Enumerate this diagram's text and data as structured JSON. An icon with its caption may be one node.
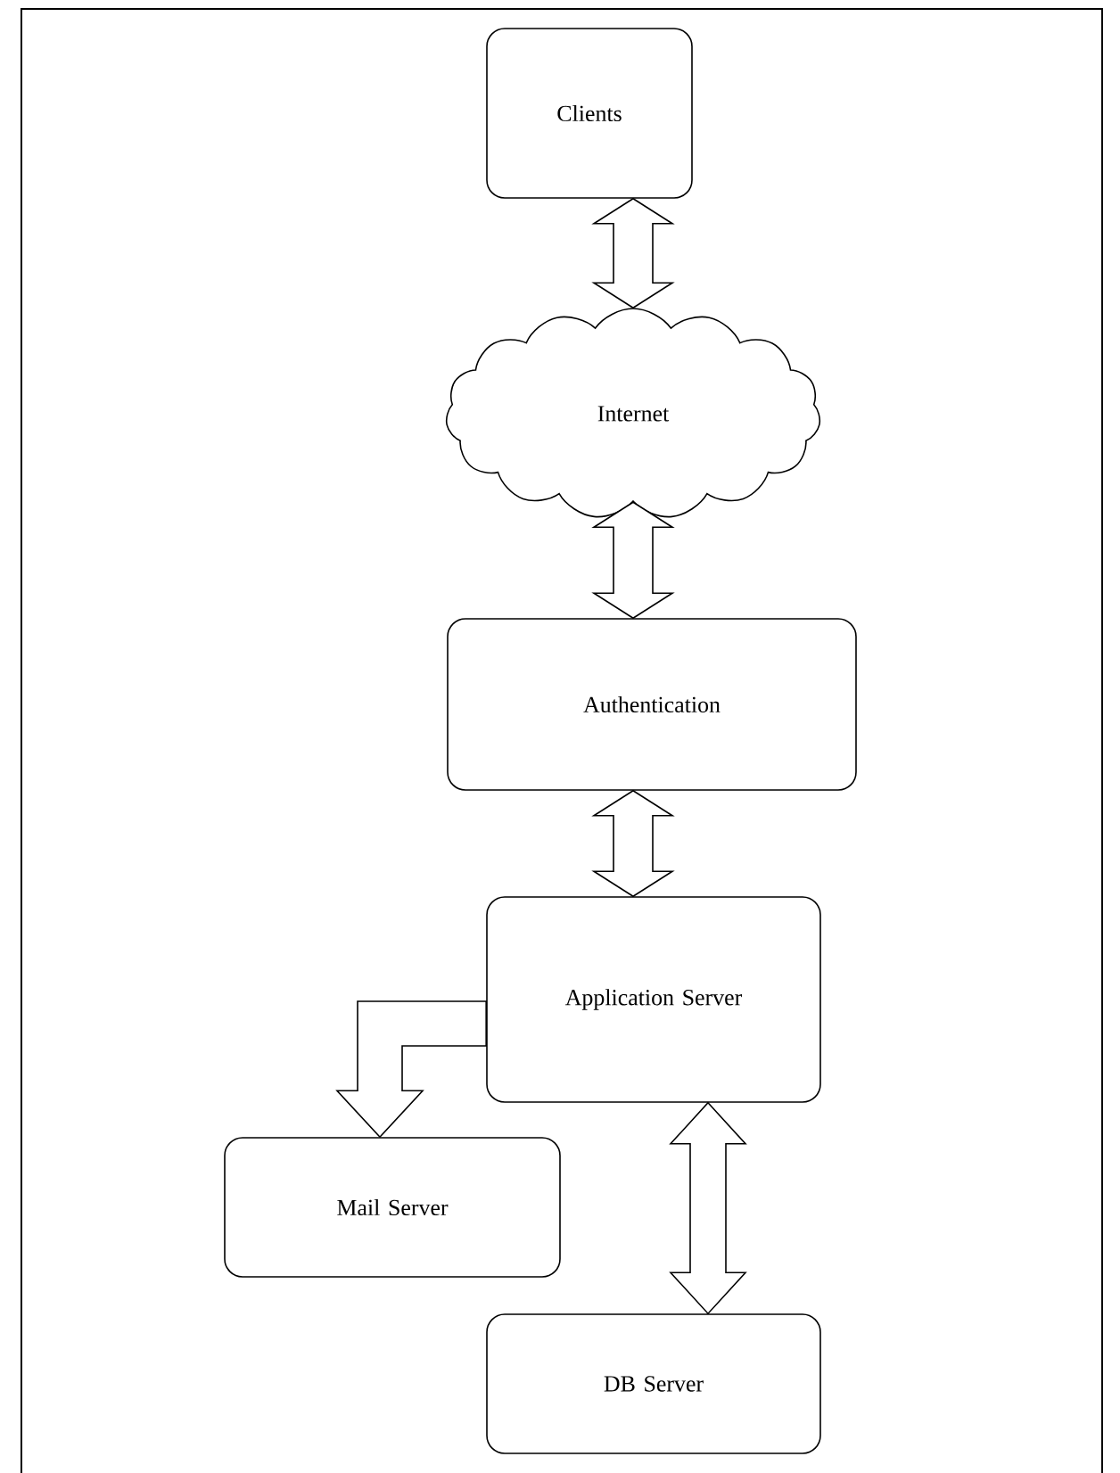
{
  "diagram": {
    "nodes": [
      {
        "text": [
          "Clients"
        ]
      },
      {
        "text": [
          "Internet"
        ]
      },
      {
        "text": [
          "Authentication"
        ]
      },
      {
        "text": [
          "Application Server"
        ]
      },
      {
        "text": [
          "Mail Server"
        ]
      },
      {
        "text": [
          "DB Server"
        ]
      }
    ],
    "edges": [
      {
        "from": 0,
        "to": 1,
        "arrow": "both"
      },
      {
        "from": 1,
        "to": 2,
        "arrow": "both"
      },
      {
        "from": 2,
        "to": 3,
        "arrow": "both"
      },
      {
        "from": 3,
        "to": 4,
        "arrow": "to"
      },
      {
        "from": 3,
        "to": 5,
        "arrow": "both"
      }
    ]
  }
}
